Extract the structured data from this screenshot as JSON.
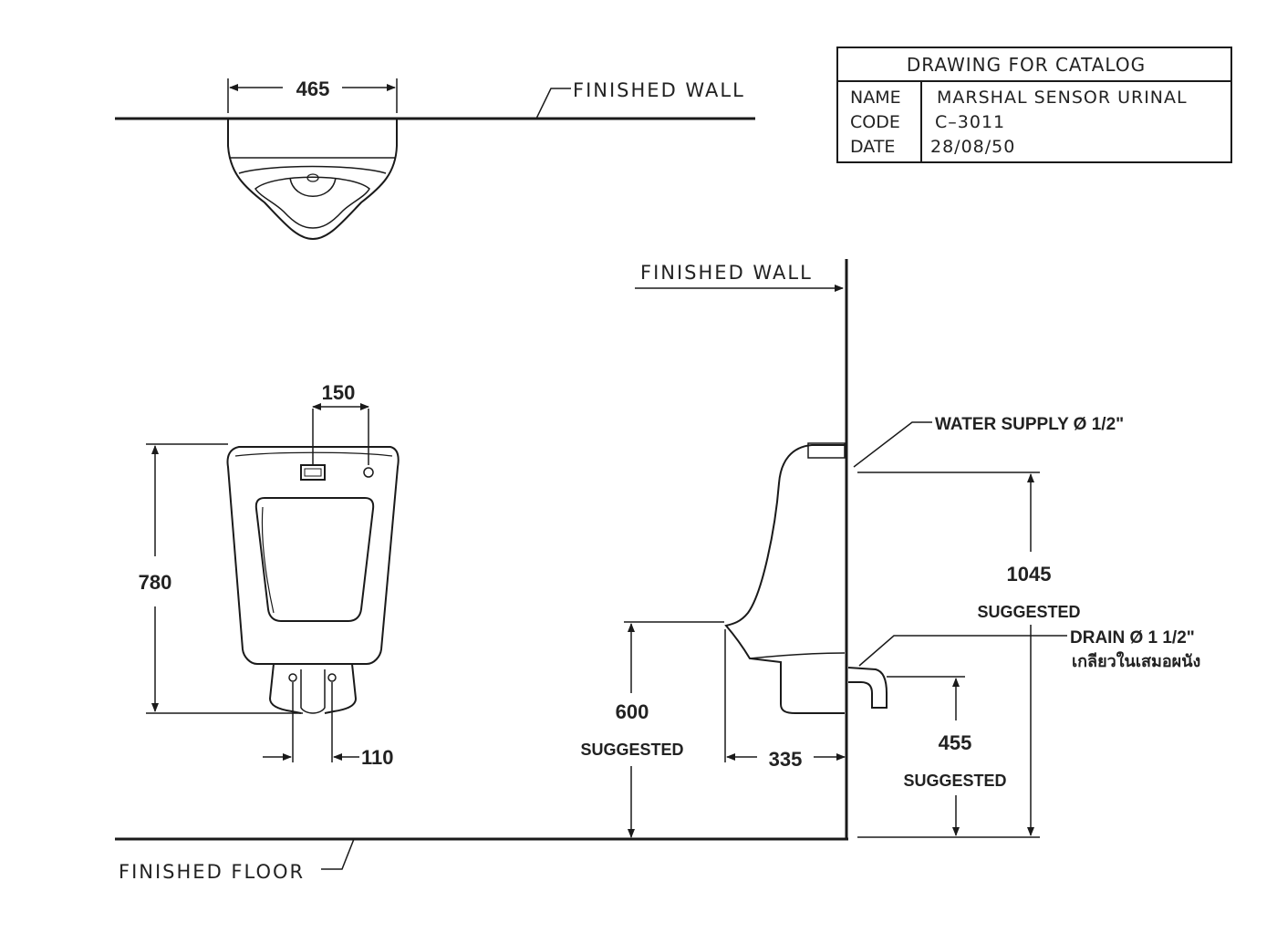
{
  "title_block": {
    "heading": "DRAWING FOR CATALOG",
    "name_label": "NAME",
    "name_value": "MARSHAL SENSOR URINAL",
    "code_label": "CODE",
    "code_value": "C–3011",
    "date_label": "DATE",
    "date_value": "28/08/50"
  },
  "top_view": {
    "width_dim": "465",
    "wall_label": "FINISHED WALL"
  },
  "front_view": {
    "sensor_spacing_dim": "150",
    "height_dim": "780",
    "outlet_spacing_dim": "110"
  },
  "side_view": {
    "wall_label": "FINISHED WALL",
    "water_supply_label": "WATER SUPPLY Ø 1/2\"",
    "supply_height_dim": "1045",
    "supply_height_note": "SUGGESTED",
    "drain_label": "DRAIN Ø 1 1/2\"",
    "drain_note_thai": "เกลียวในเสมอผนัง",
    "rim_height_dim": "600",
    "rim_height_note": "SUGGESTED",
    "projection_dim": "335",
    "drain_height_dim": "455",
    "drain_height_note": "SUGGESTED"
  },
  "floor_label": "FINISHED FLOOR"
}
